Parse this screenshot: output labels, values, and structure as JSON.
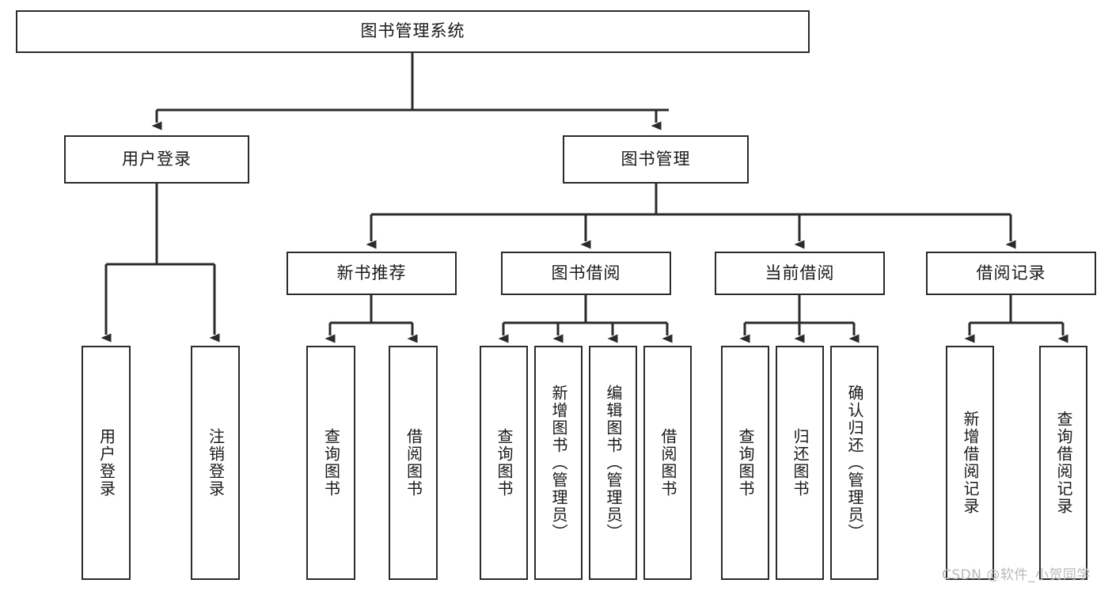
{
  "diagram": {
    "type": "tree-hierarchy",
    "title": "图书管理系统",
    "root": {
      "id": "root",
      "label": "图书管理系统"
    },
    "level2": [
      {
        "id": "user-login",
        "label": "用户登录"
      },
      {
        "id": "book-manage",
        "label": "图书管理"
      }
    ],
    "level3": [
      {
        "id": "new-book-rec",
        "label": "新书推荐",
        "parent": "book-manage"
      },
      {
        "id": "book-borrow",
        "label": "图书借阅",
        "parent": "book-manage"
      },
      {
        "id": "current-borrow",
        "label": "当前借阅",
        "parent": "book-manage"
      },
      {
        "id": "borrow-record",
        "label": "借阅记录",
        "parent": "book-manage"
      }
    ],
    "leaves": [
      {
        "id": "leaf-user-login",
        "label": "用户登录",
        "parent": "user-login"
      },
      {
        "id": "leaf-logout",
        "label": "注销登录",
        "parent": "user-login"
      },
      {
        "id": "leaf-query-book-1",
        "label": "查询图书",
        "parent": "new-book-rec"
      },
      {
        "id": "leaf-borrow-book-1",
        "label": "借阅图书",
        "parent": "new-book-rec"
      },
      {
        "id": "leaf-query-book-2",
        "label": "查询图书",
        "parent": "book-borrow"
      },
      {
        "id": "leaf-add-book",
        "label": "新增图书（管理员）",
        "parent": "book-borrow"
      },
      {
        "id": "leaf-edit-book",
        "label": "编辑图书（管理员）",
        "parent": "book-borrow"
      },
      {
        "id": "leaf-borrow-book-2",
        "label": "借阅图书",
        "parent": "book-borrow"
      },
      {
        "id": "leaf-query-book-3",
        "label": "查询图书",
        "parent": "current-borrow"
      },
      {
        "id": "leaf-return-book",
        "label": "归还图书",
        "parent": "current-borrow"
      },
      {
        "id": "leaf-confirm-return",
        "label": "确认归还（管理员）",
        "parent": "current-borrow"
      },
      {
        "id": "leaf-add-record",
        "label": "新增借阅记录",
        "parent": "borrow-record"
      },
      {
        "id": "leaf-query-record",
        "label": "查询借阅记录",
        "parent": "borrow-record"
      }
    ],
    "colors": {
      "stroke": "#2b2b2b",
      "fill": "#ffffff",
      "text": "#1a1a1a",
      "watermark": "#b9b9b9"
    }
  },
  "watermark": {
    "text": "CSDN @软件_小贺同学"
  }
}
